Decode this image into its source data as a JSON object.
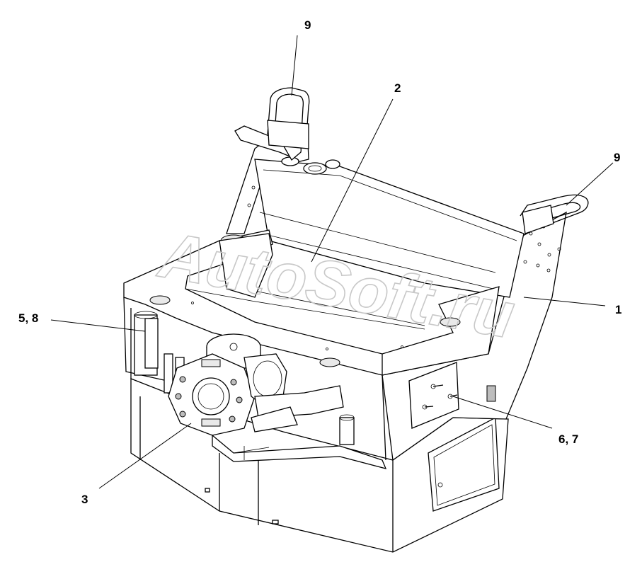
{
  "watermark": "AutoSoft.ru",
  "callouts": [
    {
      "id": "c1",
      "label": "1"
    },
    {
      "id": "c2",
      "label": "2"
    },
    {
      "id": "c3",
      "label": "3"
    },
    {
      "id": "c58",
      "label": "5, 8"
    },
    {
      "id": "c67",
      "label": "6, 7"
    },
    {
      "id": "c9a",
      "label": "9"
    },
    {
      "id": "c9b",
      "label": "9"
    }
  ]
}
